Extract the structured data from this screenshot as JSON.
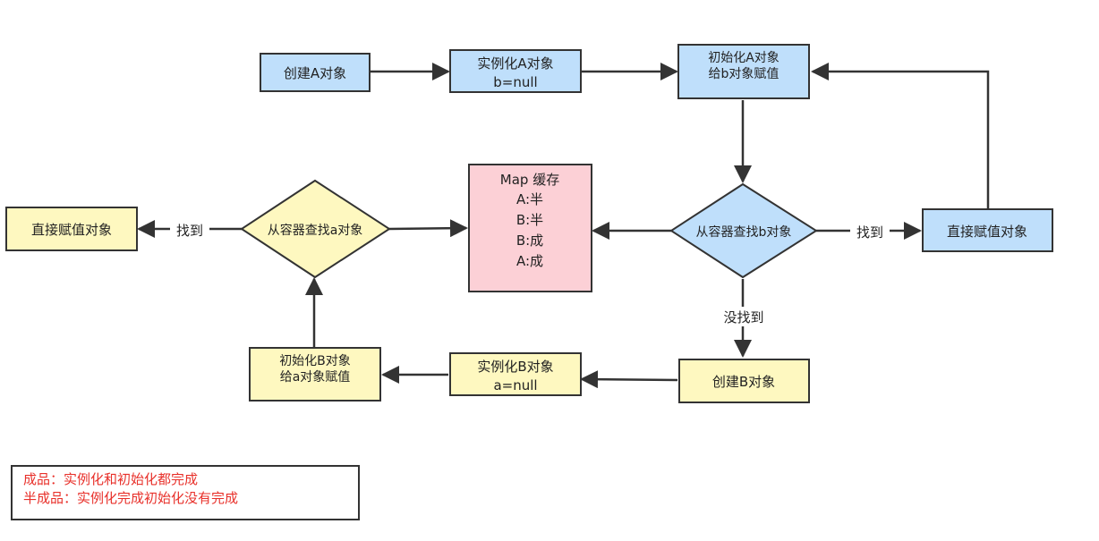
{
  "colors": {
    "blue_fill": "#bfdffb",
    "yellow_fill": "#fef8c0",
    "pink_fill": "#fcd0d6",
    "stroke": "#333333",
    "legend_text": "#e8302a"
  },
  "nodes": {
    "create_a": "创建A对象",
    "instantiate_a": [
      "实例化A对象",
      "b=null"
    ],
    "init_a": [
      "初始化A对象",
      "给b对象赋值"
    ],
    "find_b": "从容器查找b对象",
    "direct_assign_right": "直接赋值对象",
    "map_cache": [
      "Map 缓存",
      "A:半",
      "B:半",
      "B:成",
      "A:成"
    ],
    "find_a": "从容器查找a对象",
    "direct_assign_left": "直接赋值对象",
    "init_b": [
      "初始化B对象",
      "给a对象赋值"
    ],
    "instantiate_b": [
      "实例化B对象",
      "a=null"
    ],
    "create_b": "创建B对象"
  },
  "edge_labels": {
    "found_right": "找到",
    "not_found": "没找到",
    "found_left": "找到"
  },
  "legend": {
    "line1": "成品：实例化和初始化都完成",
    "line2": "半成品：实例化完成初始化没有完成"
  }
}
